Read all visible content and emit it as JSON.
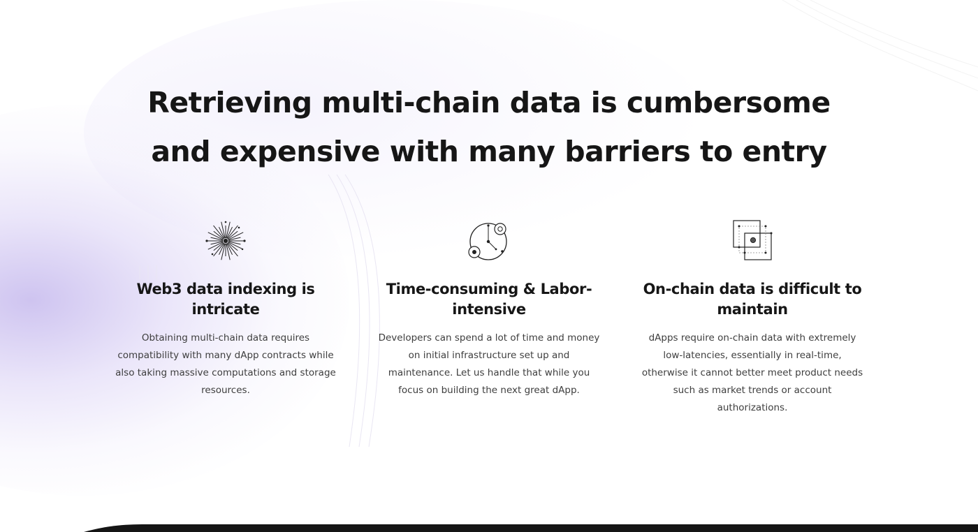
{
  "section": {
    "headline_line1": "Retrieving multi-chain data is cumbersome",
    "headline_line2": "and expensive with many barriers to entry"
  },
  "features": [
    {
      "icon": "starburst-icon",
      "title": "Web3 data indexing is intricate",
      "description": "Obtaining multi-chain data requires compatibility with many dApp contracts while also taking massive computations and storage resources."
    },
    {
      "icon": "clock-orbit-icon",
      "title": "Time-consuming & Labor-intensive",
      "description": "Developers can spend a lot of time and money on initial infrastructure set up and maintenance. Let us handle that while you focus on building the next great dApp."
    },
    {
      "icon": "overlapping-squares-icon",
      "title": "On-chain data is difficult to maintain",
      "description": "dApps require on-chain data with extremely low-latencies, essentially in real-time, otherwise it cannot better meet product needs such as market trends or account authorizations."
    }
  ],
  "colors": {
    "heading": "#161616",
    "body_text": "#3e3e3e",
    "accent_glow": "#c8bdf0",
    "bottom_band": "#151515"
  }
}
